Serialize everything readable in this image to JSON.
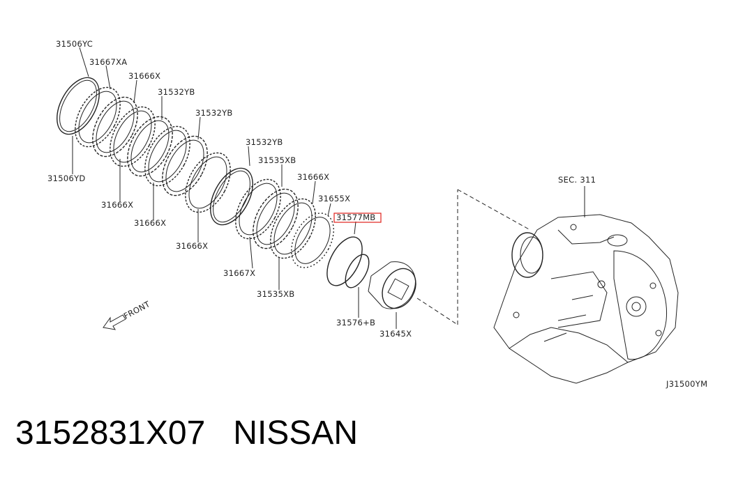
{
  "labels": {
    "p31506yc": "31506YC",
    "p31667xa": "31667XA",
    "p31666x_1": "31666X",
    "p31532yb_1": "31532YB",
    "p31532yb_2": "31532YB",
    "p31532yb_3": "31532YB",
    "p31535xb_1": "31535XB",
    "p31666x_2": "31666X",
    "p31655x": "31655X",
    "p31577mb": "31577MB",
    "p31506yd": "31506YD",
    "p31666x_3": "31666X",
    "p31666x_4": "31666X",
    "p31666x_5": "31666X",
    "p31667x": "31667X",
    "p31535xb_2": "31535XB",
    "p31576b": "31576+B",
    "p31645x": "31645X",
    "sec311": "SEC. 311",
    "front": "FRONT",
    "drawing_code": "J31500YM"
  },
  "highlight_color": "#e0201a",
  "caption": {
    "part_number": "3152831X07",
    "brand": "NISSAN"
  }
}
